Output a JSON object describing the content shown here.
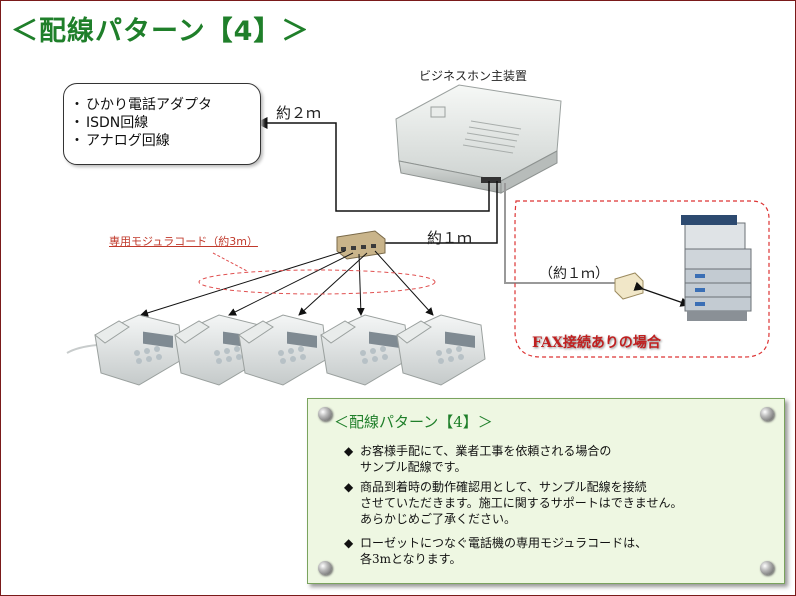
{
  "title": "＜配線パターン【4】＞",
  "line_box": {
    "items": [
      "ひかり電話アダプタ",
      "ISDN回線",
      "アナログ回線"
    ]
  },
  "pbx": {
    "label": "ビジネスホン主装置"
  },
  "lengths": {
    "to_lines": "約２ｍ",
    "to_splitter": "約１ｍ",
    "to_fax": "（約１ｍ）"
  },
  "cord_label": "専用モジュラコード（約3m）",
  "fax_label": "FAX接続ありの場合",
  "colors": {
    "title": "#1f7f2a",
    "cord_label": "#c0392b",
    "fax_label": "#c02020",
    "dashed_ellipse": "#e05050",
    "note_bg": "#eef7e2"
  },
  "note": {
    "title": "＜配線パターン【4】＞",
    "bullet": "◆",
    "items": [
      "お客様手配にて、業者工事を依頼される場合の\nサンプル配線です。",
      "商品到着時の動作確認用として、サンプル配線を接続\nさせていただきます。施工に関するサポートはできません。\nあらかじめご了承ください。",
      "ローゼットにつなぐ電話機の専用モジュラコードは、\n各3mとなります。"
    ]
  }
}
